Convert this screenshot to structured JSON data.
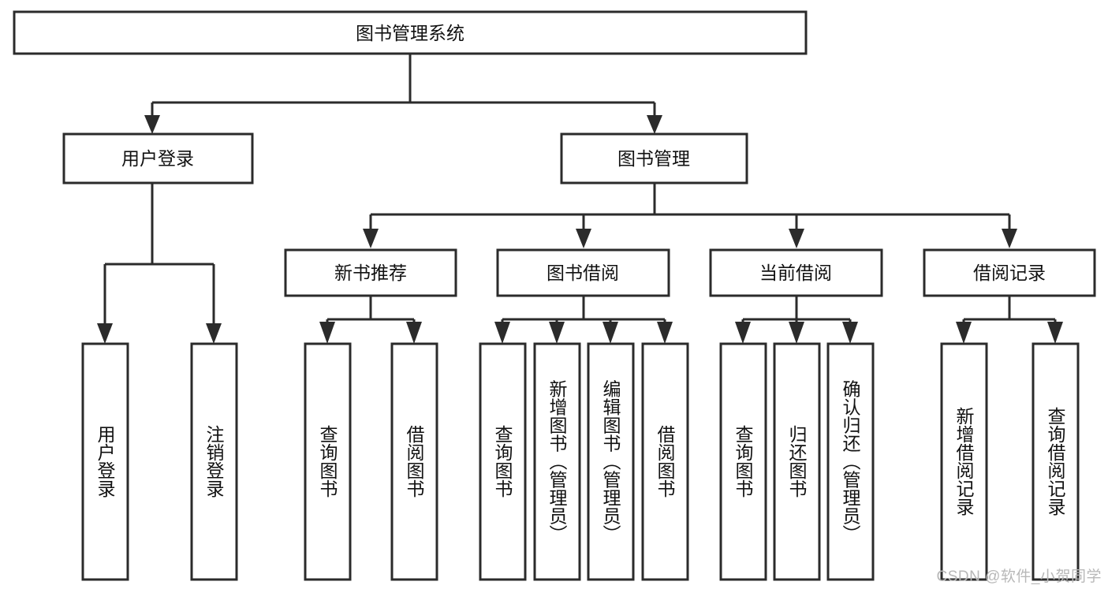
{
  "diagram": {
    "type": "tree-hierarchy-chart",
    "title": "图书管理系统",
    "watermark": "CSDN @软件_小贺同学",
    "colors": {
      "stroke": "#2b2b2b",
      "fill": "#ffffff",
      "text": "#111111",
      "watermark": "#b8b8b8",
      "background": "#ffffff"
    },
    "levels": {
      "root": {
        "label": "图书管理系统",
        "orientation": "horizontal"
      },
      "level2": [
        {
          "label": "用户登录",
          "orientation": "horizontal"
        },
        {
          "label": "图书管理",
          "orientation": "horizontal"
        }
      ],
      "level3": [
        {
          "label": "新书推荐",
          "orientation": "horizontal"
        },
        {
          "label": "图书借阅",
          "orientation": "horizontal"
        },
        {
          "label": "当前借阅",
          "orientation": "horizontal"
        },
        {
          "label": "借阅记录",
          "orientation": "horizontal"
        }
      ],
      "leaves": {
        "user_login": [
          {
            "label": "用户登录",
            "orientation": "vertical"
          },
          {
            "label": "注销登录",
            "orientation": "vertical"
          }
        ],
        "new_book_recommend": [
          {
            "label": "查询图书",
            "orientation": "vertical"
          },
          {
            "label": "借阅图书",
            "orientation": "vertical"
          }
        ],
        "book_borrow": [
          {
            "label": "查询图书",
            "orientation": "vertical"
          },
          {
            "label": "新增图书（管理员）",
            "orientation": "vertical"
          },
          {
            "label": "编辑图书（管理员）",
            "orientation": "vertical"
          },
          {
            "label": "借阅图书",
            "orientation": "vertical"
          }
        ],
        "current_borrow": [
          {
            "label": "查询图书",
            "orientation": "vertical"
          },
          {
            "label": "归还图书",
            "orientation": "vertical"
          },
          {
            "label": "确认归还（管理员）",
            "orientation": "vertical"
          }
        ],
        "borrow_record": [
          {
            "label": "新增借阅记录",
            "orientation": "vertical"
          },
          {
            "label": "查询借阅记录",
            "orientation": "vertical"
          }
        ]
      }
    }
  }
}
